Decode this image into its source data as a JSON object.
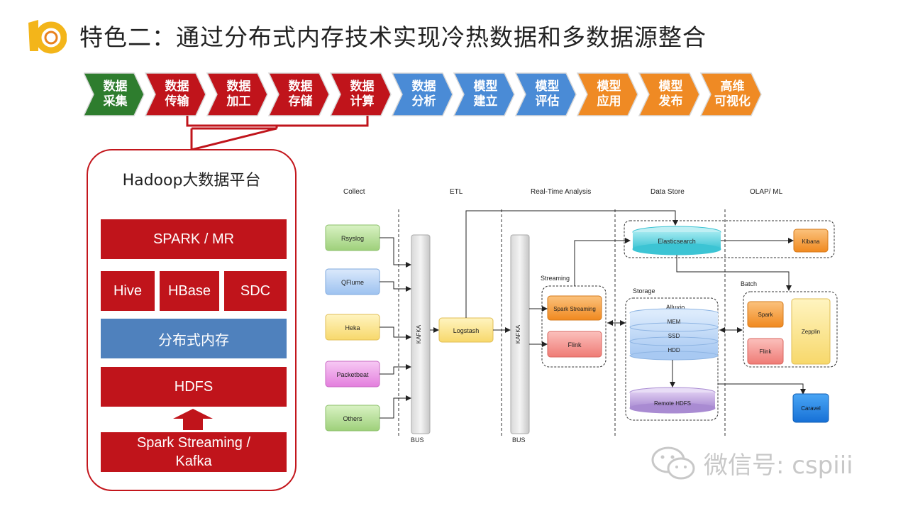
{
  "title": "特色二：通过分布式内存技术实现冷热数据和多数据源整合",
  "colors": {
    "green": "#2e7d2e",
    "red": "#c0141b",
    "blue": "#4a8bd6",
    "orange": "#ef8a24",
    "hadoop_blue": "#4f81bd"
  },
  "pipeline": [
    {
      "line1": "数据",
      "line2": "采集",
      "color": "green"
    },
    {
      "line1": "数据",
      "line2": "传输",
      "color": "red"
    },
    {
      "line1": "数据",
      "line2": "加工",
      "color": "red"
    },
    {
      "line1": "数据",
      "line2": "存储",
      "color": "red"
    },
    {
      "line1": "数据",
      "line2": "计算",
      "color": "red"
    },
    {
      "line1": "数据",
      "line2": "分析",
      "color": "blue"
    },
    {
      "line1": "模型",
      "line2": "建立",
      "color": "blue"
    },
    {
      "line1": "模型",
      "line2": "评估",
      "color": "blue"
    },
    {
      "line1": "模型",
      "line2": "应用",
      "color": "orange"
    },
    {
      "line1": "模型",
      "line2": "发布",
      "color": "orange"
    },
    {
      "line1": "高维",
      "line2": "可视化",
      "color": "orange"
    }
  ],
  "hadoop": {
    "title": "Hadoop大数据平台",
    "spark_mr": "SPARK / MR",
    "hive": "Hive",
    "hbase": "HBase",
    "sdc": "SDC",
    "memory": "分布式内存",
    "hdfs": "HDFS",
    "streaming_line1": "Spark Streaming /",
    "streaming_line2": "Kafka"
  },
  "arch": {
    "headers": {
      "collect": "Collect",
      "etl": "ETL",
      "realtime": "Real-Time Analysis",
      "datastore": "Data Store",
      "olap": "OLAP/ ML"
    },
    "sources": [
      "Rsyslog",
      "QFlume",
      "Heka",
      "Packetbeat",
      "Others"
    ],
    "kafka": "KAFKA",
    "bus": "BUS",
    "logstash": "Logstash",
    "streaming_label": "Streaming",
    "spark_streaming": "Spark Streaming",
    "flink": "Flink",
    "storage_label": "Storage",
    "alluxio": "Alluxio",
    "tiers": [
      "MEM",
      "SSD",
      "HDD"
    ],
    "remote_hdfs": "Remote HDFS",
    "elasticsearch": "Elasticsearch",
    "kibana": "Kibana",
    "batch_label": "Batch",
    "spark": "Spark",
    "batch_flink": "Flink",
    "zepplin": "Zepplin",
    "caravel": "Caravel"
  },
  "watermark": "微信号: cspiii"
}
